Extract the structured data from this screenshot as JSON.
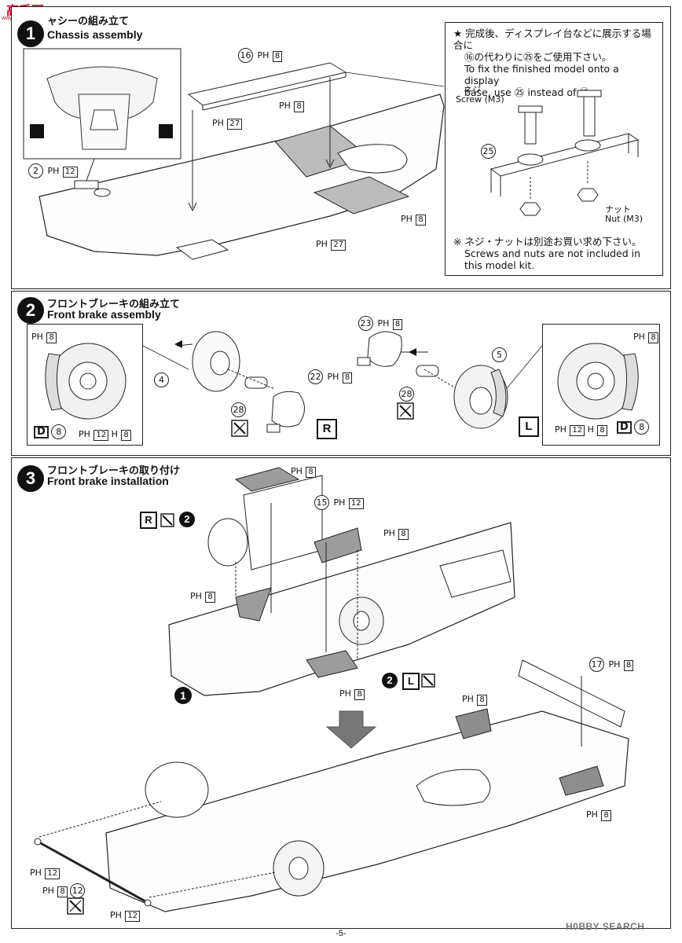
{
  "watermark": {
    "top_logo_text": "高手网",
    "top_logo_sub": "www.gaoshou.com",
    "bottom_logo_text": "H0BBY SEARCH"
  },
  "step1": {
    "number": "1",
    "title_jp": "ャシーの組み立て",
    "title_en": "Chassis assembly",
    "labels": {
      "p16": "16",
      "p16_src": "PH",
      "p16_no": "8",
      "p2": "2",
      "p2_src": "PH",
      "p2_no": "12",
      "ph8a_src": "PH",
      "ph8a_no": "8",
      "ph27a_src": "PH",
      "ph27a_no": "27",
      "ph27b_src": "PH",
      "ph27b_no": "27",
      "ph8b_src": "PH",
      "ph8b_no": "8"
    },
    "note": {
      "line1": "★ 完成後、ディスプレイ台などに展示する場合に",
      "line2": "⑯の代わりに㉕をご使用下さい。",
      "line3": "To fix the finished model onto a display",
      "line4": "base, use ㉕ instead of ⑯ .",
      "screw_jp": "ネジ",
      "screw_en": "Screw (M3)",
      "part25": "25",
      "nut_jp": "ナット",
      "nut_en": "Nut (M3)",
      "foot1": "※ ネジ・ナットは別途お買い求め下さい。",
      "foot2": "Screws and nuts are not included in",
      "foot3": "this model kit."
    }
  },
  "step2": {
    "number": "2",
    "title_jp": "フロントブレーキの組み立て",
    "title_en": "Front brake assembly",
    "labels": {
      "inset_r_ph": "PH",
      "inset_r_no": "8",
      "inset_r_d": "D",
      "inset_r_d8": "8",
      "inset_r_bottom_a": "PH",
      "inset_r_bottom_b": "12",
      "inset_r_bottom_c": "H",
      "inset_r_bottom_d": "8",
      "p4": "4",
      "p28": "28",
      "p22": "22",
      "p22_src": "PH",
      "p22_no": "8",
      "badge_r": "R",
      "p23": "23",
      "p23_src": "PH",
      "p23_no": "8",
      "p28b": "28",
      "p5": "5",
      "badge_l": "L",
      "inset_l_ph": "PH",
      "inset_l_no": "8",
      "inset_l_bottom_a": "PH",
      "inset_l_bottom_b": "12",
      "inset_l_bottom_c": "H",
      "inset_l_bottom_d": "8",
      "inset_l_d": "D",
      "inset_l_d8": "8"
    }
  },
  "step3": {
    "number": "3",
    "title_jp": "フロントブレーキの取り付け",
    "title_en": "Front brake installation",
    "labels": {
      "ph8_top_src": "PH",
      "ph8_top_no": "8",
      "p15": "15",
      "p15_src": "PH",
      "p15_no": "12",
      "ph8_right_src": "PH",
      "ph8_right_no": "8",
      "r_badge": "R",
      "r_step": "2",
      "ph8_mid_src": "PH",
      "ph8_mid_no": "8",
      "step1_ref": "1",
      "ph8_low_src": "PH",
      "ph8_low_no": "8",
      "l_step": "2",
      "l_badge": "L",
      "p17": "17",
      "p17_src": "PH",
      "p17_no": "8",
      "ph8_b1_src": "PH",
      "ph8_b1_no": "8",
      "ph8_b2_src": "PH",
      "ph8_b2_no": "8",
      "ph12a_src": "PH",
      "ph12a_no": "12",
      "ph8_c_src": "PH",
      "ph8_c_no": "8",
      "p12": "12",
      "ph12b_src": "PH",
      "ph12b_no": "12"
    }
  },
  "footer": {
    "page": "-5-"
  }
}
